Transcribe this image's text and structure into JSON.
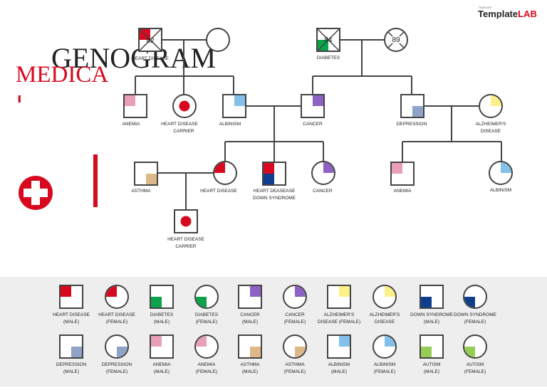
{
  "brand": {
    "small": "TEMPLATE",
    "name_main": "Template",
    "name_accent": "LAB"
  },
  "title": {
    "line1": "MEDICA",
    "line2": "GENOGRAM",
    "overflow": "L"
  },
  "colors": {
    "red": "#d8091f",
    "navy": "#0f3f8c",
    "green": "#0aa34a",
    "purple": "#8d62c4",
    "yellow": "#fbf08a",
    "blue": "#84c1ea",
    "pink": "#e9a0b6",
    "tan": "#ddb88a",
    "gray": "#8ea3c7",
    "lime": "#95cd57",
    "line": "#444444"
  },
  "icons": [
    "medical-cross-icon"
  ],
  "tree": {
    "gp1_father": {
      "age": "82",
      "label": "HEART DISEASE"
    },
    "gp2_father": {
      "age": "84",
      "label": "DIABETES"
    },
    "gp2_mother": {
      "age": "89"
    },
    "anemia_1": "ANEMIA",
    "hd_carrier_1": [
      "HEART DISEASE",
      "CARRIER"
    ],
    "albinism_1": "ALBINISM",
    "cancer_1": "CANCER",
    "depression_1": "DEPRESSION",
    "alzheimers_1": [
      "ALZHEIMER'S",
      "DISEASE"
    ],
    "asthma_1": "ASTHMA",
    "heart_disease_1": "HEART DISEASE",
    "hd_down_1": [
      "HEART DEASEASE",
      "DOWN SYNDROME"
    ],
    "cancer_2": "CANCER",
    "anemia_2": "ANEMIA",
    "albinism_2": "ALBINISM",
    "hd_carrier_2": [
      "HEART DISEASE",
      "CARRIER"
    ]
  },
  "legend": [
    {
      "lines": [
        "HEART DISEASE",
        "(MALE)"
      ],
      "shape": "square",
      "color": "red",
      "pos": "tl"
    },
    {
      "lines": [
        "HEART DISEASE",
        "(FEMALE)"
      ],
      "shape": "circle",
      "color": "red",
      "pos": "tl"
    },
    {
      "lines": [
        "DIABETES",
        "(MALE)"
      ],
      "shape": "square",
      "color": "green",
      "pos": "bl"
    },
    {
      "lines": [
        "DIABETES",
        "(FEMALE)"
      ],
      "shape": "circle",
      "color": "green",
      "pos": "bl"
    },
    {
      "lines": [
        "CANCER",
        "(MALE)"
      ],
      "shape": "square",
      "color": "purple",
      "pos": "tr"
    },
    {
      "lines": [
        "CANCER",
        "(FEMALE)"
      ],
      "shape": "circle",
      "color": "purple",
      "pos": "tr"
    },
    {
      "lines": [
        "ALZHEIMER'S",
        "DISEASE (FEMALE)"
      ],
      "shape": "square",
      "color": "yellow",
      "pos": "tr"
    },
    {
      "lines": [
        "ALZHEIMER'S",
        "DISEASE"
      ],
      "shape": "circle",
      "color": "yellow",
      "pos": "tr"
    },
    {
      "lines": [
        "DOWN SYNDROME",
        "(MALE)"
      ],
      "shape": "square",
      "color": "navy",
      "pos": "bl"
    },
    {
      "lines": [
        "DOWN SYNDROME",
        "(FEMALE)"
      ],
      "shape": "circle",
      "color": "navy",
      "pos": "bl"
    },
    {
      "lines": [
        "DEPRESSION",
        "(MALE)"
      ],
      "shape": "square",
      "color": "gray",
      "pos": "br"
    },
    {
      "lines": [
        "DEPRESSION",
        "(FEMALE)"
      ],
      "shape": "circle",
      "color": "gray",
      "pos": "br"
    },
    {
      "lines": [
        "ANEMIA",
        "(MALE)"
      ],
      "shape": "square",
      "color": "pink",
      "pos": "tl"
    },
    {
      "lines": [
        "ANEMIA",
        "(FEMALE)"
      ],
      "shape": "circle",
      "color": "pink",
      "pos": "tl"
    },
    {
      "lines": [
        "ASTHMA",
        "(MALE)"
      ],
      "shape": "square",
      "color": "tan",
      "pos": "br"
    },
    {
      "lines": [
        "ASTHMA",
        "(FEMALE)"
      ],
      "shape": "circle",
      "color": "tan",
      "pos": "br"
    },
    {
      "lines": [
        "ALBINISM",
        "(MALE)"
      ],
      "shape": "square",
      "color": "blue",
      "pos": "tr"
    },
    {
      "lines": [
        "ALBINISM",
        "(FEMALE)"
      ],
      "shape": "circle",
      "color": "blue",
      "pos": "tr"
    },
    {
      "lines": [
        "AUTISM",
        "(MALE)"
      ],
      "shape": "square",
      "color": "lime",
      "pos": "bl"
    },
    {
      "lines": [
        "AUTISM",
        "(FEMALE)"
      ],
      "shape": "circle",
      "color": "lime",
      "pos": "bl"
    }
  ]
}
